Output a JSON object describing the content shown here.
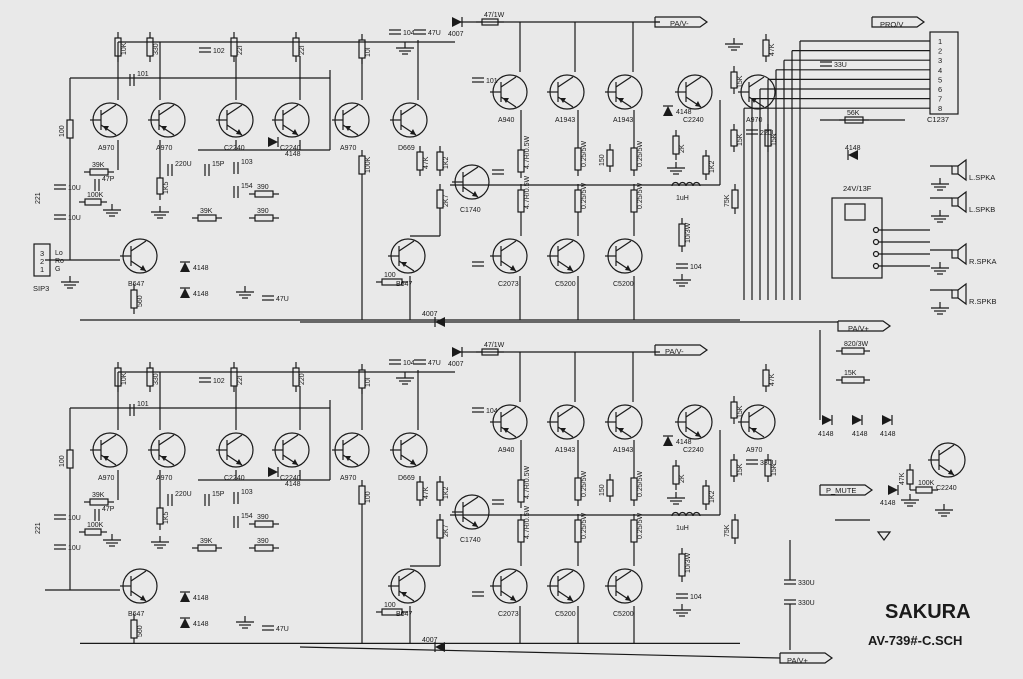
{
  "title_block": {
    "brand": "SAKURA",
    "model": "AV-739#-C.SCH"
  },
  "rails": {
    "pa_neg_top": "PA/V-",
    "pro_v": "PRO/V",
    "pa_pos_mid": "PA/V+",
    "pa_neg_mid": "PA/V-",
    "pa_pos_bottom": "PA/V+",
    "mute": "P_MUTE"
  },
  "connectors": {
    "input_pins": [
      "3",
      "2",
      "1"
    ],
    "input_pin_names": [
      "Lo",
      "Ro",
      "G"
    ],
    "input_name": "SIP3",
    "ribbon_pins": [
      "1",
      "2",
      "3",
      "4",
      "5",
      "6",
      "7",
      "8"
    ],
    "ribbon_name": "C1237",
    "relay": "24V/13F"
  },
  "speakers": [
    "L.SPKA",
    "L.SPKB",
    "R.SPKA",
    "R.SPKB"
  ],
  "top_channel": {
    "resistors": [
      "10K",
      "330",
      "22I",
      "22I",
      "10I",
      "100",
      "39K",
      "47P",
      "100K",
      "1K5",
      "39K",
      "390",
      "390",
      "560",
      "100K",
      "47K",
      "1K2",
      "2K7",
      "4.7R/0.5W",
      "4.7R/0.5W",
      "0.25/5W",
      "0.25/5W",
      "0.25/5W",
      "0.25/5W",
      "150",
      "2K",
      "1K2",
      "100",
      "10/3W",
      "75K",
      "15K",
      "15K",
      "15K",
      "47K"
    ],
    "capacitors": [
      "102",
      "101",
      "221",
      "10U",
      "10U",
      "220U",
      "15P",
      "103",
      "154",
      "104",
      "47U",
      "104",
      "47U",
      "104",
      "101",
      "104",
      "220U",
      "33U"
    ],
    "transistors": [
      "A970",
      "A970",
      "C2240",
      "C2240",
      "A970",
      "D669",
      "B647",
      "C1740",
      "A940",
      "A1943",
      "A1943",
      "C2073",
      "C5200",
      "C5200",
      "C2240",
      "A970"
    ],
    "diodes": [
      "4007",
      "4148",
      "4148",
      "4148",
      "4148",
      "4148"
    ],
    "supply": [
      "47/1W",
      "47U"
    ],
    "inductor": "1uH"
  },
  "bottom_channel": {
    "resistors": [
      "10K",
      "330",
      "22I",
      "220",
      "10I",
      "100",
      "39K",
      "47P",
      "100K",
      "1K5",
      "39K",
      "390",
      "390",
      "560",
      "100",
      "47K",
      "1K2",
      "2K7",
      "4.7R/0.5W",
      "4.7R/0.5W",
      "0.25/5W",
      "0.25/5W",
      "0.25/5W",
      "0.25/5W",
      "150",
      "2K",
      "1K2",
      "100",
      "10/3W",
      "75K",
      "15K",
      "15K",
      "47K"
    ],
    "capacitors": [
      "102",
      "101",
      "221",
      "10U",
      "10U",
      "220U",
      "15P",
      "103",
      "154",
      "104",
      "47U",
      "104",
      "47U",
      "101",
      "104",
      "220U",
      "330U",
      "330U"
    ],
    "transistors": [
      "A970",
      "A970",
      "C2240",
      "C2240",
      "A970",
      "D669",
      "B647",
      "C1740",
      "A940",
      "A1943",
      "A1943",
      "C2073",
      "C5200",
      "C5200",
      "C2240",
      "A970"
    ],
    "diodes": [
      "4007",
      "4148",
      "4148",
      "4148",
      "4148"
    ],
    "supply": [
      "47/1W",
      "47U"
    ],
    "inductor": "1uH"
  },
  "protection": {
    "resistors": [
      "56K",
      "820/3W",
      "15K",
      "47K",
      "100K"
    ],
    "diodes": [
      "4148",
      "4148",
      "4148",
      "4148",
      "4148"
    ],
    "transistor": "C2240",
    "capacitor": "33U"
  }
}
